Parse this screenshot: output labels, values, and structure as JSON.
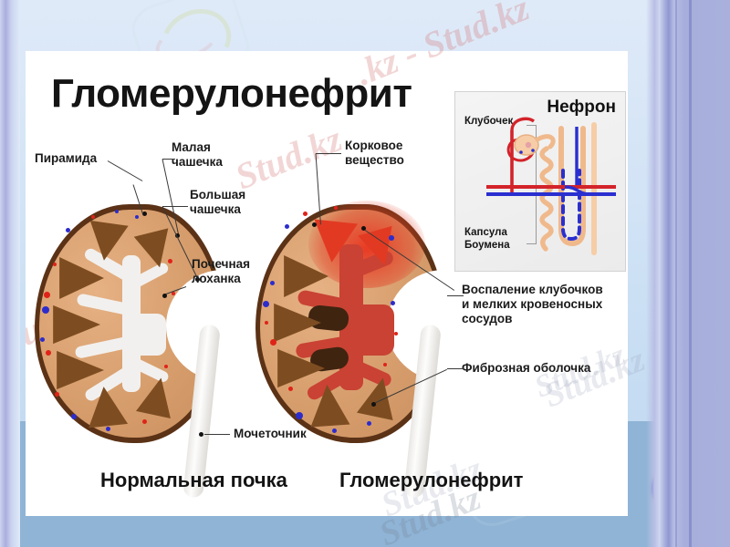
{
  "slide": {
    "title": "Гломерулонефрит",
    "background_color": "#cfe2f5",
    "lower_band_color": "#8fb4d6",
    "accent_circle_color": "#4a5cc4"
  },
  "diagram": {
    "type": "medical-anatomy-illustration",
    "subject": "Сравнение нормальной почки и почки при гломерулонефрите",
    "labels": [
      {
        "id": "pyramid",
        "text": "Пирамида"
      },
      {
        "id": "minor-calyx",
        "text": "Малая\nчашечка"
      },
      {
        "id": "major-calyx",
        "text": "Большая\nчашечка"
      },
      {
        "id": "renal-pelvis",
        "text": "Почечная\nлоханка"
      },
      {
        "id": "cortex",
        "text": "Корковое\nвещество"
      },
      {
        "id": "inflammation",
        "text": "Воспаление клубочков\nи мелких кровеносных\nсосудов"
      },
      {
        "id": "fibrous-capsule",
        "text": "Фиброзная оболочка"
      },
      {
        "id": "ureter",
        "text": "Мочеточник"
      }
    ],
    "captions": {
      "left": "Нормальная почка",
      "right": "Гломерулонефрит"
    },
    "colors": {
      "cortex": "#d9a06f",
      "capsule": "#5b3216",
      "pyramid": "#7d4d21",
      "pyramid_inflamed": "#e23a22",
      "calyx": "#f2f0ee",
      "pelvis_inflamed": "#c94234",
      "vessel_red": "#e02318",
      "vessel_blue": "#2c2ccc",
      "ureter": "#f3f1ee"
    }
  },
  "inset": {
    "title": "Нефрон",
    "labels": [
      {
        "id": "glomerulus",
        "text": "Клубочек"
      },
      {
        "id": "bowmans-capsule",
        "text": "Капсула\nБоумена"
      }
    ],
    "colors": {
      "arteriole_red": "#d3232a",
      "venule_blue": "#2a2fd0",
      "tubule_peach": "#f0b98c",
      "background": "#efefef"
    }
  },
  "watermarks": {
    "top_right": ".kz - Stud.kz",
    "center": "Stud.kz",
    "mid_left": "Stud.kz",
    "mid_right": "Stud.kz",
    "bottom": "Stud.kz",
    "bottom_right": "Stud.kz"
  }
}
